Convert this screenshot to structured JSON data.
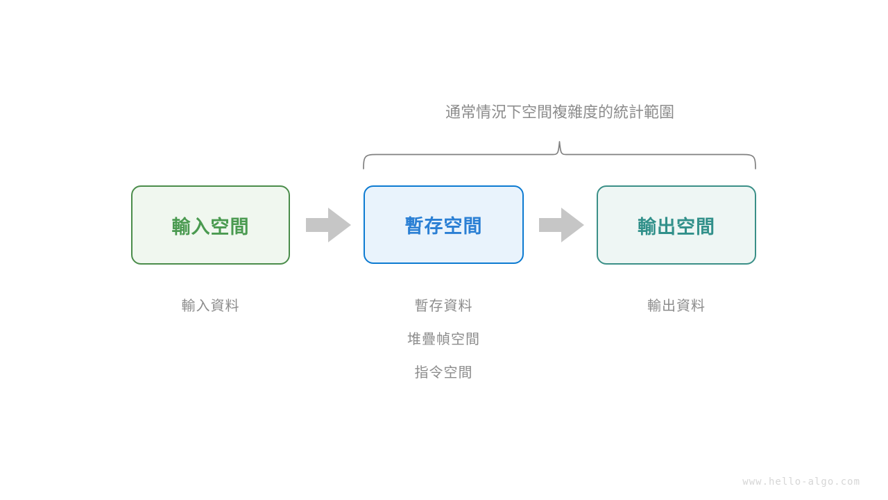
{
  "caption": {
    "prefix": "通常情況下",
    "emphasis": "空間複雜度",
    "suffix": "的統計範圍"
  },
  "colors": {
    "input_border": "#4a8c4a",
    "input_fill": "#f0f7ef",
    "input_text": "#4a9a50",
    "temp_border": "#0c7ad1",
    "temp_fill": "#e9f3fc",
    "temp_text": "#2a7fd4",
    "output_border": "#3a8f87",
    "output_fill": "#eef6f4",
    "output_text": "#31908a",
    "arrow": "#c6c6c6",
    "brace": "#808080",
    "muted_text": "#8c8c8c",
    "watermark": "#d6d6d6"
  },
  "stages": [
    {
      "id": "input",
      "box_label": "輸入空間",
      "sub_labels": [
        "輸入資料"
      ]
    },
    {
      "id": "temp",
      "box_label": "暫存空間",
      "sub_labels": [
        "暫存資料",
        "堆疊幀空間",
        "指令空間"
      ]
    },
    {
      "id": "output",
      "box_label": "輸出空間",
      "sub_labels": [
        "輸出資料"
      ]
    }
  ],
  "arrows": [
    {
      "id": "arrow-input-to-temp",
      "direction": "right"
    },
    {
      "id": "arrow-temp-to-output",
      "direction": "right"
    }
  ],
  "brace": {
    "label": "statistical-scope-brace",
    "covers": [
      "temp",
      "output"
    ]
  },
  "watermark": "www.hello-algo.com"
}
